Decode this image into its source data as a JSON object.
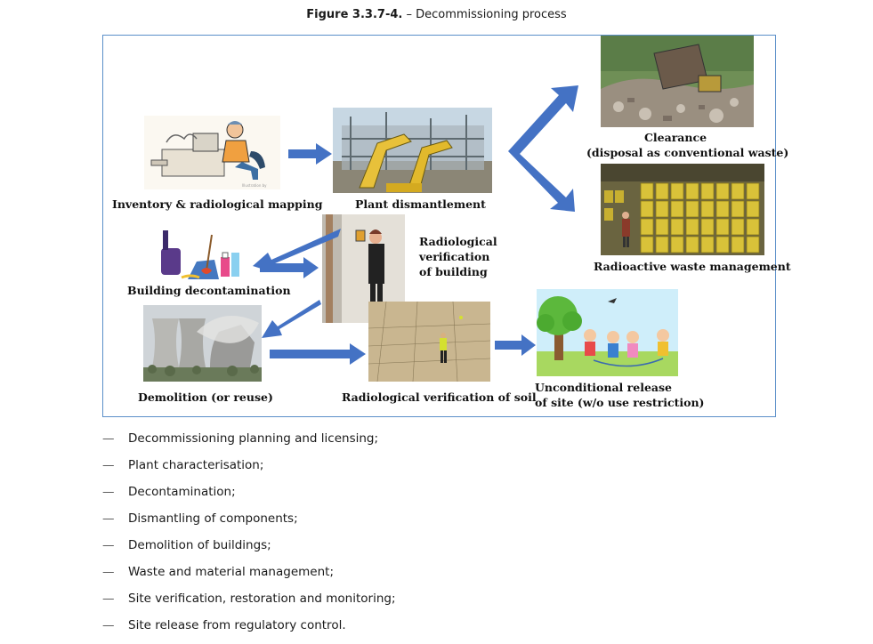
{
  "caption": {
    "figure_number": "Figure 3.3.7-4.",
    "title": "– Decommissioning process"
  },
  "figure": {
    "labels": {
      "inventory": "Inventory & radiological mapping",
      "dismantlement": "Plant dismantlement",
      "clearance_line1": "Clearance",
      "clearance_line2": "(disposal as conventional waste)",
      "rad_waste": "Radioactive waste management",
      "building_decon": "Building decontamination",
      "rad_verif_building_line1": "Radiological",
      "rad_verif_building_line2": "verification",
      "rad_verif_building_line3": "of building",
      "demolition": "Demolition (or reuse)",
      "rad_verif_soil": "Radiological verification of soil",
      "release_line1": "Unconditional release",
      "release_line2": "of site (w/o use restriction)"
    },
    "colors": {
      "arrow": "#4472c4",
      "border": "#5b8fc9"
    }
  },
  "bullets": {
    "dash": "—",
    "items": [
      "Decommissioning planning and licensing;",
      "Plant characterisation;",
      "Decontamination;",
      "Dismantling of components;",
      "Demolition of buildings;",
      "Waste and material management;",
      "Site verification, restoration and monitoring;",
      "Site release from regulatory control."
    ]
  }
}
